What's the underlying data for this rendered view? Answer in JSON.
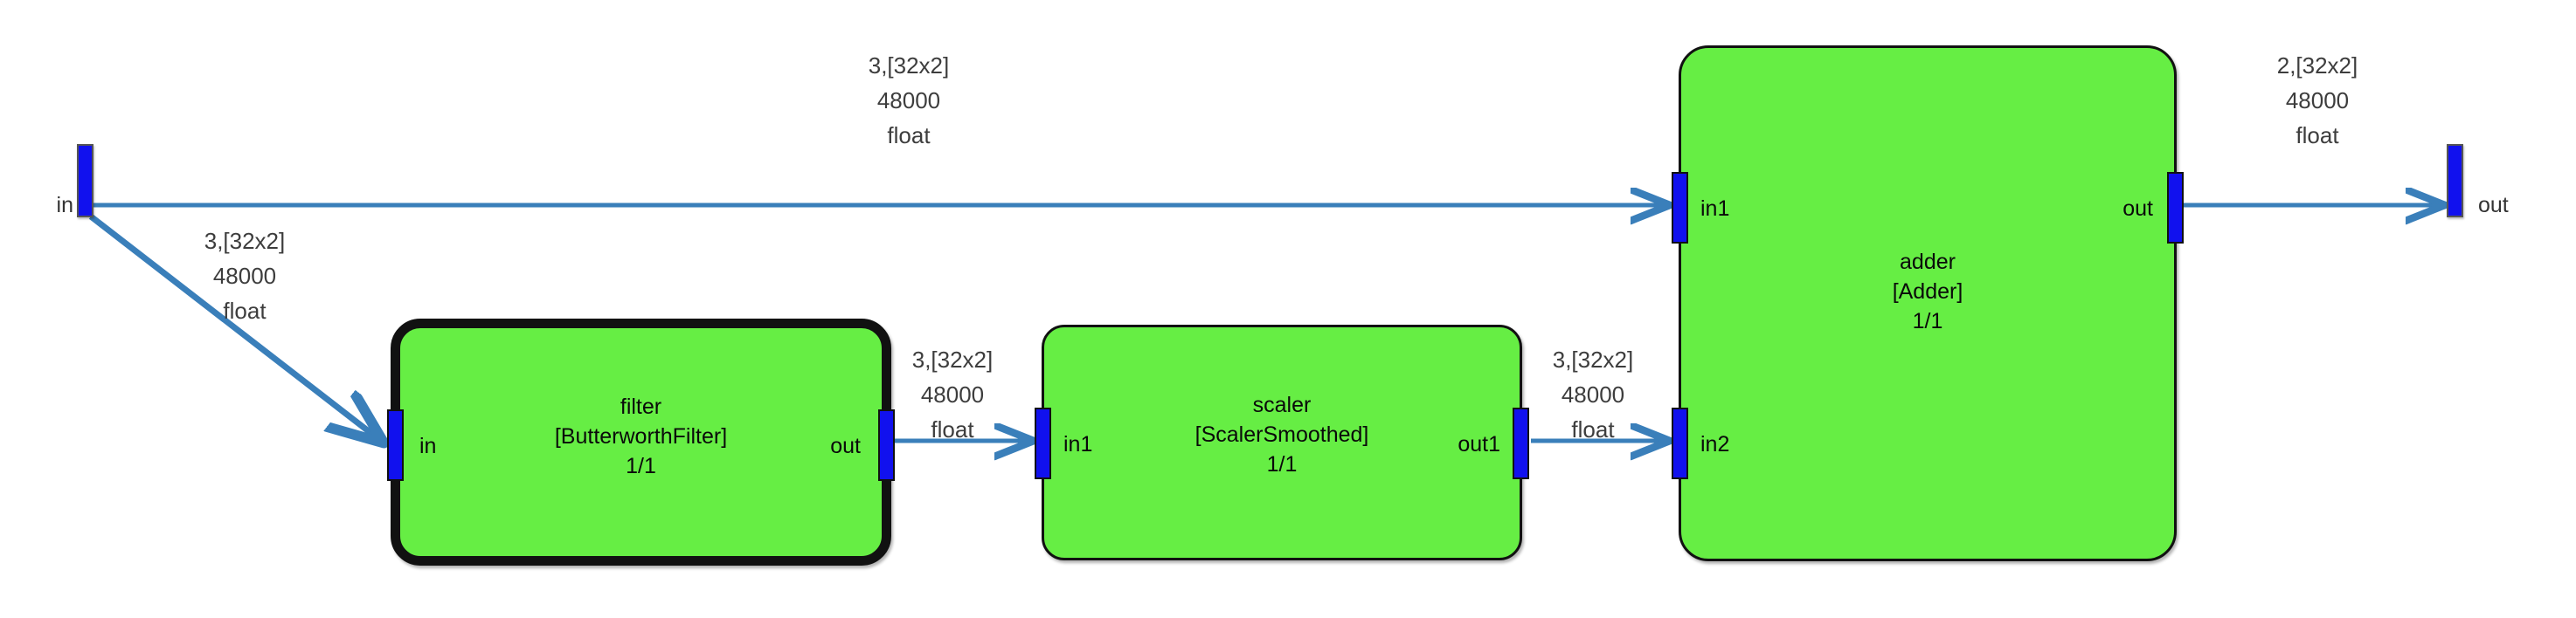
{
  "diagram": {
    "title": "dataflow-graph",
    "colors": {
      "block_fill": "#66ee44",
      "block_border": "#111111",
      "port_fill": "#1111ee",
      "edge_stroke": "#3a7fba",
      "label_text": "#3d3d3d",
      "background": "#ffffff"
    }
  },
  "terminals": [
    {
      "id": "graph-in",
      "label": "in",
      "side": "left"
    },
    {
      "id": "graph-out",
      "label": "out",
      "side": "right"
    }
  ],
  "blocks": [
    {
      "id": "filter",
      "name": "filter",
      "type": "[ButterworthFilter]",
      "ratio": "1/1",
      "selected": true,
      "inputs": [
        {
          "label": "in"
        }
      ],
      "outputs": [
        {
          "label": "out"
        }
      ]
    },
    {
      "id": "scaler",
      "name": "scaler",
      "type": "[ScalerSmoothed]",
      "ratio": "1/1",
      "selected": false,
      "inputs": [
        {
          "label": "in1"
        }
      ],
      "outputs": [
        {
          "label": "out1"
        }
      ]
    },
    {
      "id": "adder",
      "name": "adder",
      "type": "[Adder]",
      "ratio": "1/1",
      "selected": false,
      "inputs": [
        {
          "label": "in1"
        },
        {
          "label": "in2"
        }
      ],
      "outputs": [
        {
          "label": "out"
        }
      ]
    }
  ],
  "edges": [
    {
      "id": "in-to-adder-in1",
      "from": "graph-in",
      "to": "adder.in1",
      "line1": "3,[32x2]",
      "line2": "48000",
      "line3": "float"
    },
    {
      "id": "in-to-filter-in",
      "from": "graph-in",
      "to": "filter.in",
      "line1": "3,[32x2]",
      "line2": "48000",
      "line3": "float"
    },
    {
      "id": "filter-out-to-scaler-in1",
      "from": "filter.out",
      "to": "scaler.in1",
      "line1": "3,[32x2]",
      "line2": "48000",
      "line3": "float"
    },
    {
      "id": "scaler-out1-to-adder-in2",
      "from": "scaler.out1",
      "to": "adder.in2",
      "line1": "3,[32x2]",
      "line2": "48000",
      "line3": "float"
    },
    {
      "id": "adder-out-to-out",
      "from": "adder.out",
      "to": "graph-out",
      "line1": "2,[32x2]",
      "line2": "48000",
      "line3": "float"
    }
  ]
}
